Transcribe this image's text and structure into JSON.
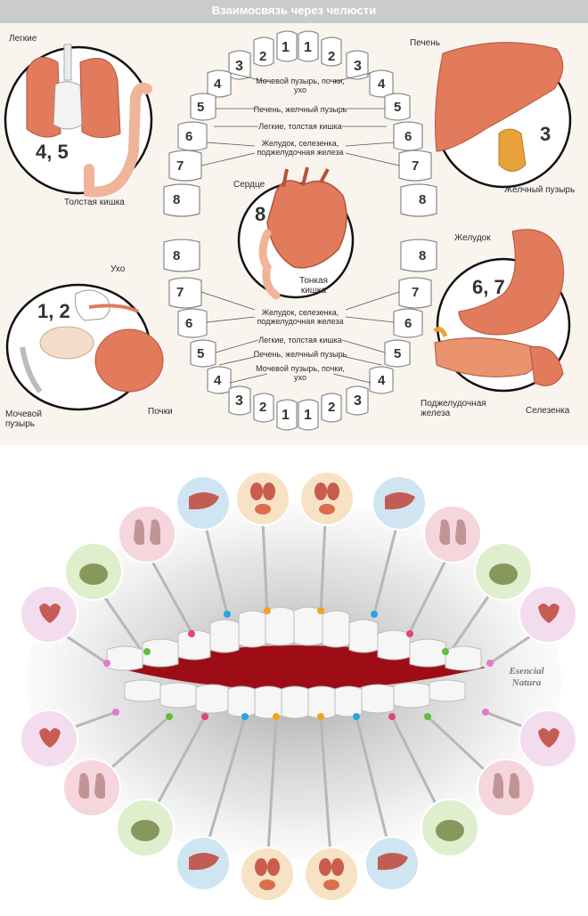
{
  "title": "Взаимосвязь через челюсти",
  "organs": {
    "lungs": "Легкие",
    "colon": "Толстая кишка",
    "liver": "Печень",
    "gallbladder": "Желчный пузырь",
    "heart": "Сердце",
    "small_intestine": "Тонкая кишка",
    "ear": "Ухо",
    "stomach": "Желудок",
    "bladder": "Мочевой пузырь",
    "kidneys": "Почки",
    "pancreas": "Поджелудочная железа",
    "spleen": "Селезенка"
  },
  "circle_numbers": {
    "lungs": "4, 5",
    "liver": "3",
    "heart": "8",
    "ear_kidney": "1, 2",
    "stomach": "6, 7"
  },
  "center_labels": {
    "upper": [
      "Мочевой пузырь, почки, ухо",
      "Печень, желчный пузырь",
      "Легкие, толстая кишка",
      "Желудок, селезенка, поджелудочная железа"
    ],
    "lower": [
      "Желудок, селезенка, поджелудочная железа",
      "Легкие, толстая кишка",
      "Печень, желчный пузырь",
      "Мочевой пузырь, почки, ухо"
    ]
  },
  "tooth_numbers": {
    "upper_left": [
      "1",
      "2",
      "3",
      "4",
      "5",
      "6",
      "7",
      "8"
    ],
    "upper_right": [
      "1",
      "2",
      "3",
      "4",
      "5",
      "6",
      "7",
      "8"
    ],
    "lower_left": [
      "8",
      "7",
      "6",
      "5",
      "4",
      "3",
      "2",
      "1"
    ],
    "lower_right": [
      "8",
      "7",
      "6",
      "5",
      "4",
      "3",
      "2",
      "1"
    ]
  },
  "watermark": {
    "line1": "Esencial",
    "line2": "Natura"
  },
  "colors": {
    "organ": "#e27a5c",
    "organ_dark": "#b4533b",
    "gum": "#9e0d16",
    "liver_bg": "#cfe6f2",
    "kidney_bg": "#f7e2c4",
    "lung_bg": "#f5d6dc",
    "stomach_bg": "#dfeecd",
    "heart_bg": "#f4dcef"
  },
  "icons": {
    "liver": "liver-icon",
    "kidney": "kidney-bladder-icon",
    "lung": "lungs-colon-icon",
    "stomach": "stomach-pancreas-icon",
    "heart": "heart-intestine-icon"
  }
}
